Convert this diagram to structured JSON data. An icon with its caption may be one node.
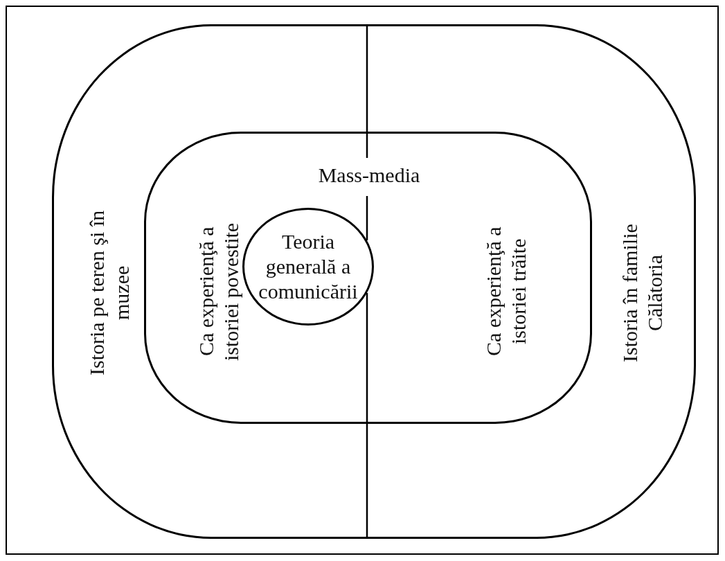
{
  "diagram": {
    "nodes": [
      {
        "text": [
          "Istoria pe teren şi în muzee",
          "Istoria în familie Călătoria"
        ]
      },
      {
        "text": [
          "Mass-media",
          "Ca experienţă a istoriei povestite",
          "Ca experienţă a istoriei trăite"
        ],
        "in": 0
      },
      {
        "text": [
          "Teoria generală a comunicării"
        ],
        "in": 1
      }
    ],
    "edges": []
  }
}
